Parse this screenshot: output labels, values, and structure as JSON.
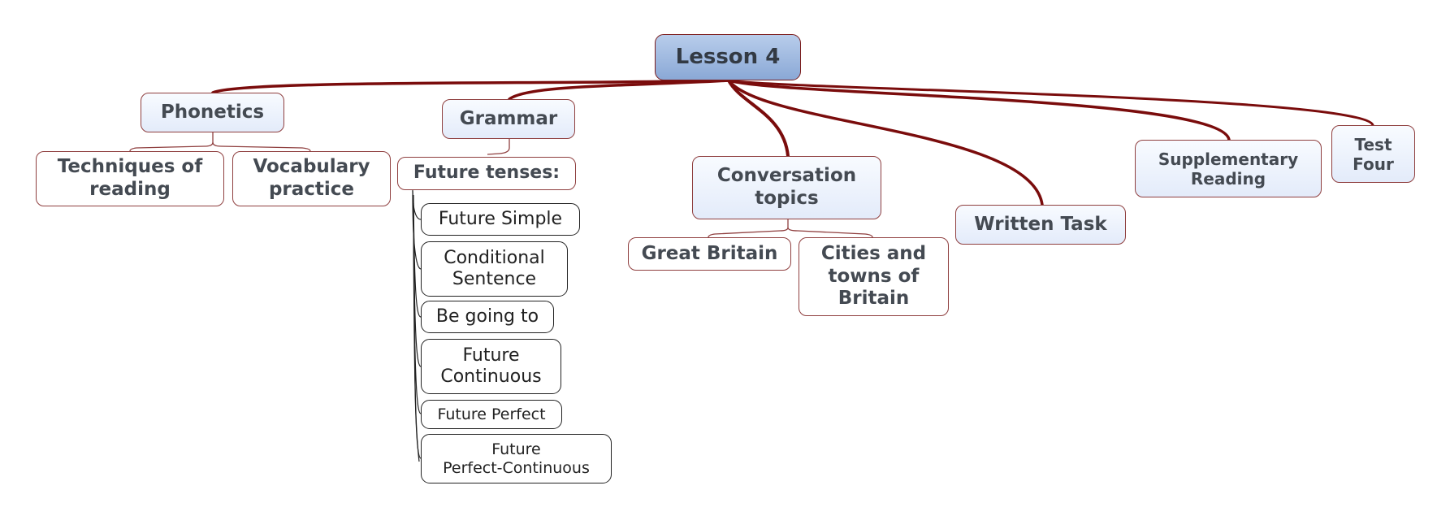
{
  "root": {
    "label": "Lesson 4"
  },
  "topics": {
    "phonetics": {
      "label": "Phonetics",
      "children": [
        "Techniques of\nreading",
        "Vocabulary\npractice"
      ]
    },
    "grammar": {
      "label": "Grammar",
      "future_tenses": {
        "label": "Future tenses:",
        "items": [
          "Future Simple",
          "Conditional\nSentence",
          "Be going to",
          "Future\nContinuous",
          "Future Perfect",
          "Future\nPerfect-Continuous"
        ]
      }
    },
    "conversation": {
      "label": "Conversation\ntopics",
      "children": [
        "Great Britain",
        "Cities and\ntowns of\nBritain"
      ]
    },
    "written_task": {
      "label": "Written Task"
    },
    "supplementary_reading": {
      "label": "Supplementary\nReading"
    },
    "test_four": {
      "label": "Test\nFour"
    }
  },
  "colors": {
    "root_branch": "#7a0c0c",
    "sub_branch": "#8f3f3f",
    "leaf_branch": "#222222"
  }
}
